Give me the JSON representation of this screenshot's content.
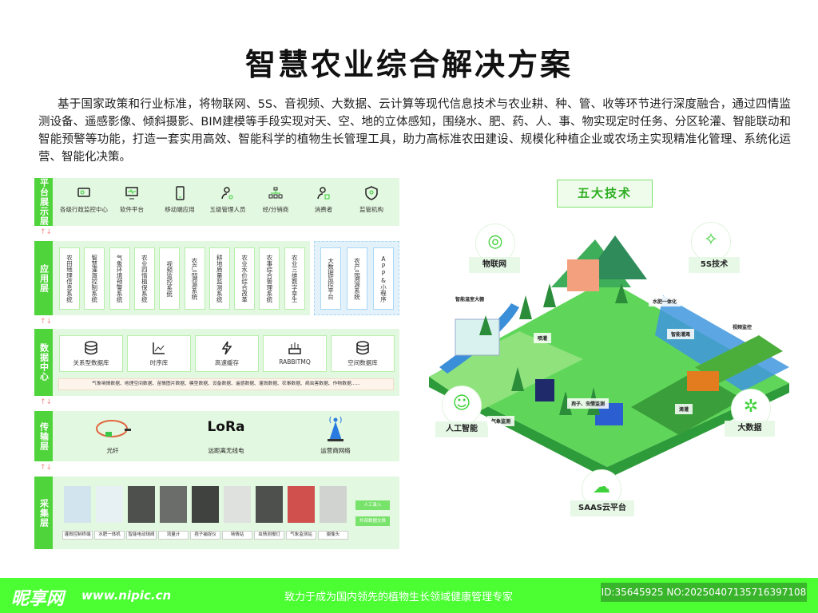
{
  "title": "智慧农业综合解决方案",
  "intro_lines": [
    "基于国家政策和行业标准，将物联网、5S、音视频、大数据、云计算等现代信息技术与农业耕、种、管、收等环节进行深度融合，通过四情监",
    "测设备、遥感影像、倾斜摄影、BIM建模等手段实现对天、空、地的立体感知，围绕水、肥、药、人、事、物实现定时任务、分区轮灌、智能联动和",
    "智能预警等功能，打造一套实用高效、智能科学的植物生长管理工具，助力高标准农田建设、规模化种植企业或农场主实现精准化管理、系统化运",
    "营、智能化决策。"
  ],
  "layers": {
    "platform": {
      "tag": "平台展示层",
      "items": [
        {
          "label": "各级行政监控中心",
          "icon": "monitor-chart-icon"
        },
        {
          "label": "软件平台",
          "icon": "desktop-icon"
        },
        {
          "label": "移动端应用",
          "icon": "mobile-icon"
        },
        {
          "label": "五级管理人员",
          "icon": "user-key-icon"
        },
        {
          "label": "经/分销商",
          "icon": "network-icon"
        },
        {
          "label": "消费者",
          "icon": "user-icon"
        },
        {
          "label": "监管机构",
          "icon": "shield-icon"
        }
      ]
    },
    "application": {
      "tag": "应用层",
      "items": [
        "农田地理信息系统",
        "智慧灌溉控制系统",
        "气象环境预警系统",
        "农业四情植保系统",
        "视频监控系统",
        "农产品溯源系统",
        "耕地质量监测系统",
        "农业水价综合改革",
        "农事综合管理系统",
        "农业三维数字孪生"
      ],
      "extra": [
        "大数据监控平台",
        "农产品溯源系统",
        "APP&小程序"
      ]
    },
    "data": {
      "tag": "数据中心",
      "items": [
        "关系型数据库",
        "时序库",
        "高速缓存",
        "RABBITMQ",
        "空间数据库"
      ],
      "types": "气象墒情数据、地理空间数据、苗情图片数据、模型数据、设备数据、遥感数据、灌溉数据、农事数据、病虫害数据、作物数据......"
    },
    "transport": {
      "tag": "传输层",
      "items": [
        "光纤",
        "远距离无线电",
        "运营商网络"
      ],
      "lora": "LoRa"
    },
    "collect": {
      "tag": "采集层",
      "devices": [
        "灌溉控制终端",
        "水肥一体机",
        "智能电动球阀",
        "流量计",
        "孢子捕捉仪",
        "墒情站",
        "虫情测报灯",
        "气象监测站",
        "摄像头"
      ],
      "buttons": [
        "人工录入",
        "外部数据交换"
      ]
    }
  },
  "arrow": "↑↓",
  "tech": {
    "title": "五大技术",
    "items": [
      "物联网",
      "5S技术",
      "人工智能",
      "大数据",
      "SAAS云平台"
    ],
    "scene_labels": [
      "智能温室大棚",
      "水肥一体化",
      "喷灌",
      "智能灌溉",
      "视频监控",
      "孢子、虫情监测",
      "滴灌",
      "气象监测"
    ]
  },
  "footer": {
    "logo": "昵享网",
    "url": "www.nipic.cn",
    "slogan": "致力于成为国内领先的植物生长领域健康管理专家",
    "id": "ID:35645925 NO:20250407135716397108"
  },
  "colors": {
    "green": "#4fd43b",
    "panel": "#e3f8e0",
    "footer": "#4cff33"
  }
}
